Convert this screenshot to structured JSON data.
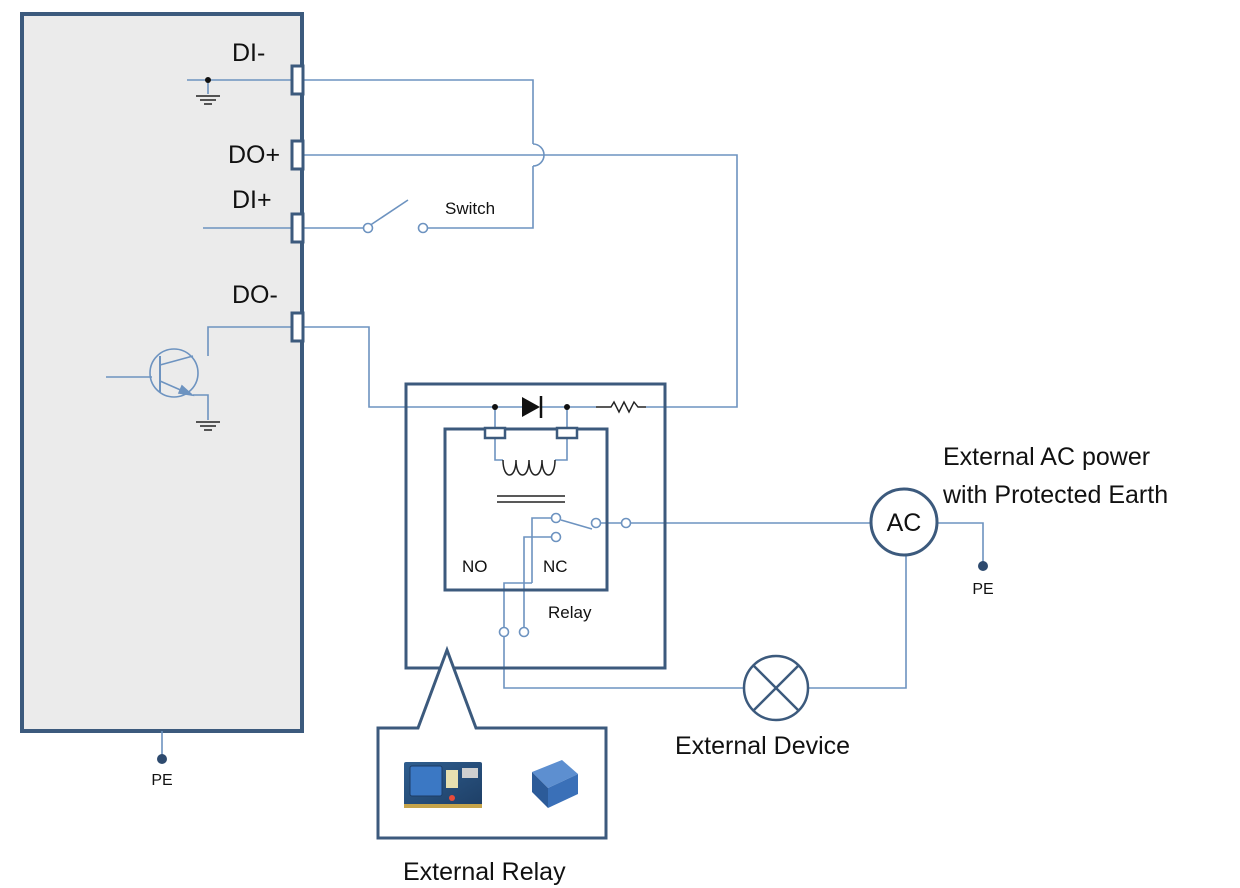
{
  "terminals": {
    "di_minus": "DI-",
    "do_plus": "DO+",
    "di_plus": "DI+",
    "do_minus": "DO-"
  },
  "switch_label": "Switch",
  "relay": {
    "no_label": "NO",
    "nc_label": "NC",
    "relay_label": "Relay",
    "external_relay_label": "External Relay"
  },
  "ac": {
    "symbol": "AC",
    "title_line1": "External AC power",
    "title_line2": "with Protected Earth"
  },
  "pe_label": "PE",
  "external_device_label": "External Device",
  "colors": {
    "device_outline": "#3c5a7d",
    "device_fill": "#ebebeb",
    "wire": "#6d93c0",
    "symbol": "#222222"
  }
}
